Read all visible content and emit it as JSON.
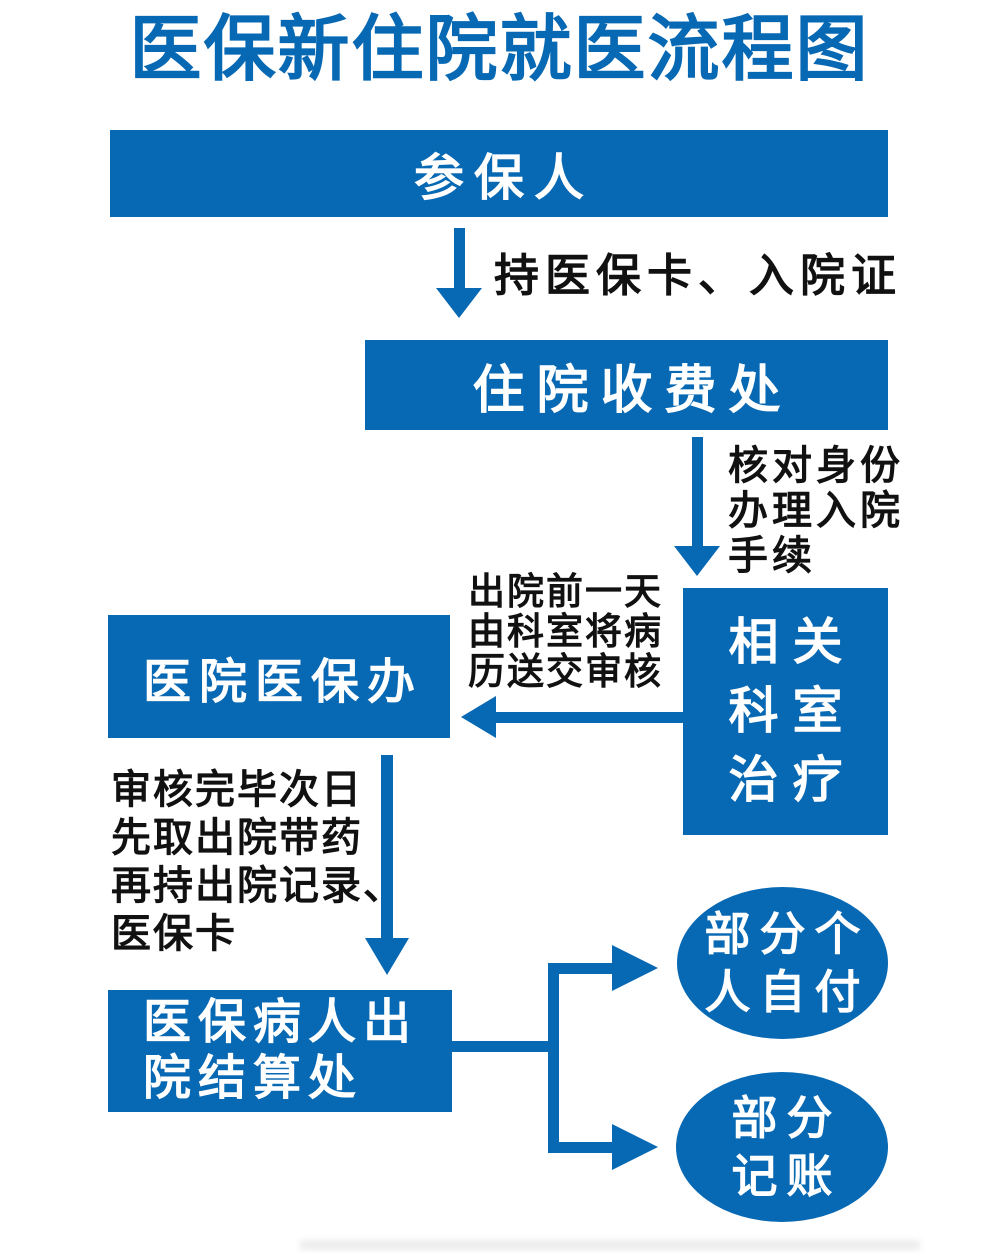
{
  "title": "医保新住院就医流程图",
  "colors": {
    "primary_blue": "#0768b3",
    "node_text": "#ffffff",
    "edge_label_text": "#111111",
    "background": "#ffffff"
  },
  "nodes": {
    "insured": {
      "label": "参保人"
    },
    "admission_fee_office": {
      "label": "住院收费处"
    },
    "related_department": {
      "lines": [
        "相关",
        "科室",
        "治疗"
      ]
    },
    "hospital_insurance_office": {
      "label": "医院医保办"
    },
    "discharge_settlement": {
      "lines": [
        "医保病人出",
        "院结算处"
      ]
    },
    "partial_self_pay": {
      "lines": [
        "部分个",
        "人自付"
      ]
    },
    "partial_ledger": {
      "lines": [
        "部分",
        "记账"
      ]
    }
  },
  "edge_labels": {
    "insured_to_fee": "持医保卡、入院证",
    "fee_to_department": [
      "核对身份",
      "办理入院",
      "手续"
    ],
    "department_to_office": [
      "出院前一天",
      "由科室将病",
      "历送交审核"
    ],
    "office_to_settlement": [
      "审核完毕次日",
      "先取出院带药",
      "再持出院记录、",
      "医保卡"
    ]
  }
}
